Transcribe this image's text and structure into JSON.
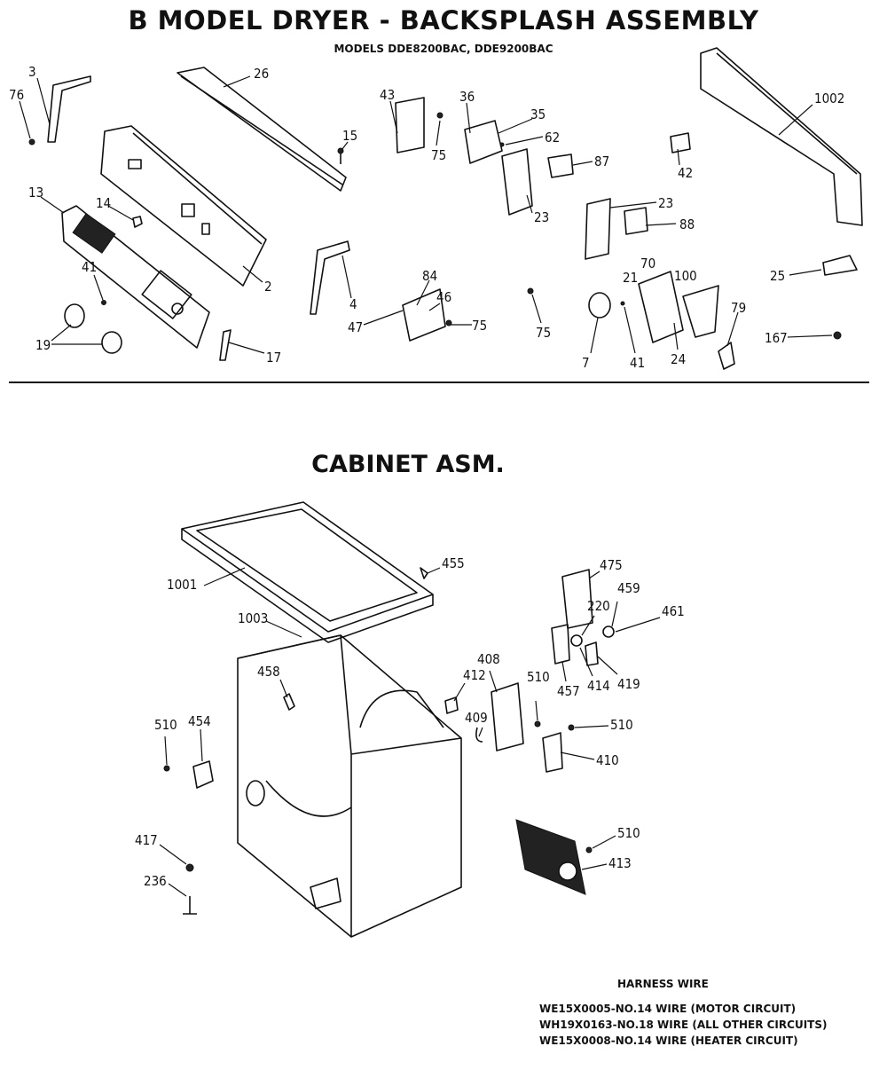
{
  "header": {
    "title": "B   MODEL DRYER - BACKSPLASH ASSEMBLY",
    "subtitle": "MODELS DDE8200BAC,   DDE9200BAC"
  },
  "cabinet": {
    "title": "CABINET ASM."
  },
  "callouts": {
    "backsplash": [
      "3",
      "76",
      "26",
      "15",
      "43",
      "75",
      "36",
      "35",
      "62",
      "87",
      "23",
      "23",
      "88",
      "42",
      "1002",
      "13",
      "14",
      "2",
      "41",
      "19",
      "4",
      "17",
      "84",
      "46",
      "47",
      "75",
      "75",
      "70",
      "100",
      "21",
      "7",
      "41",
      "24",
      "79",
      "25",
      "167"
    ],
    "cabinet": [
      "455",
      "1001",
      "1003",
      "458",
      "475",
      "459",
      "461",
      "220",
      "457",
      "414",
      "419",
      "408",
      "412",
      "409",
      "510",
      "510",
      "410",
      "510",
      "454",
      "417",
      "236",
      "510",
      "413"
    ]
  },
  "harness": {
    "heading": "HARNESS WIRE",
    "lines": [
      "WE15X0005-NO.14 WIRE (MOTOR CIRCUIT)",
      "WH19X0163-NO.18 WIRE (ALL OTHER CIRCUITS)",
      "WE15X0008-NO.14 WIRE (HEATER CIRCUIT)"
    ]
  }
}
